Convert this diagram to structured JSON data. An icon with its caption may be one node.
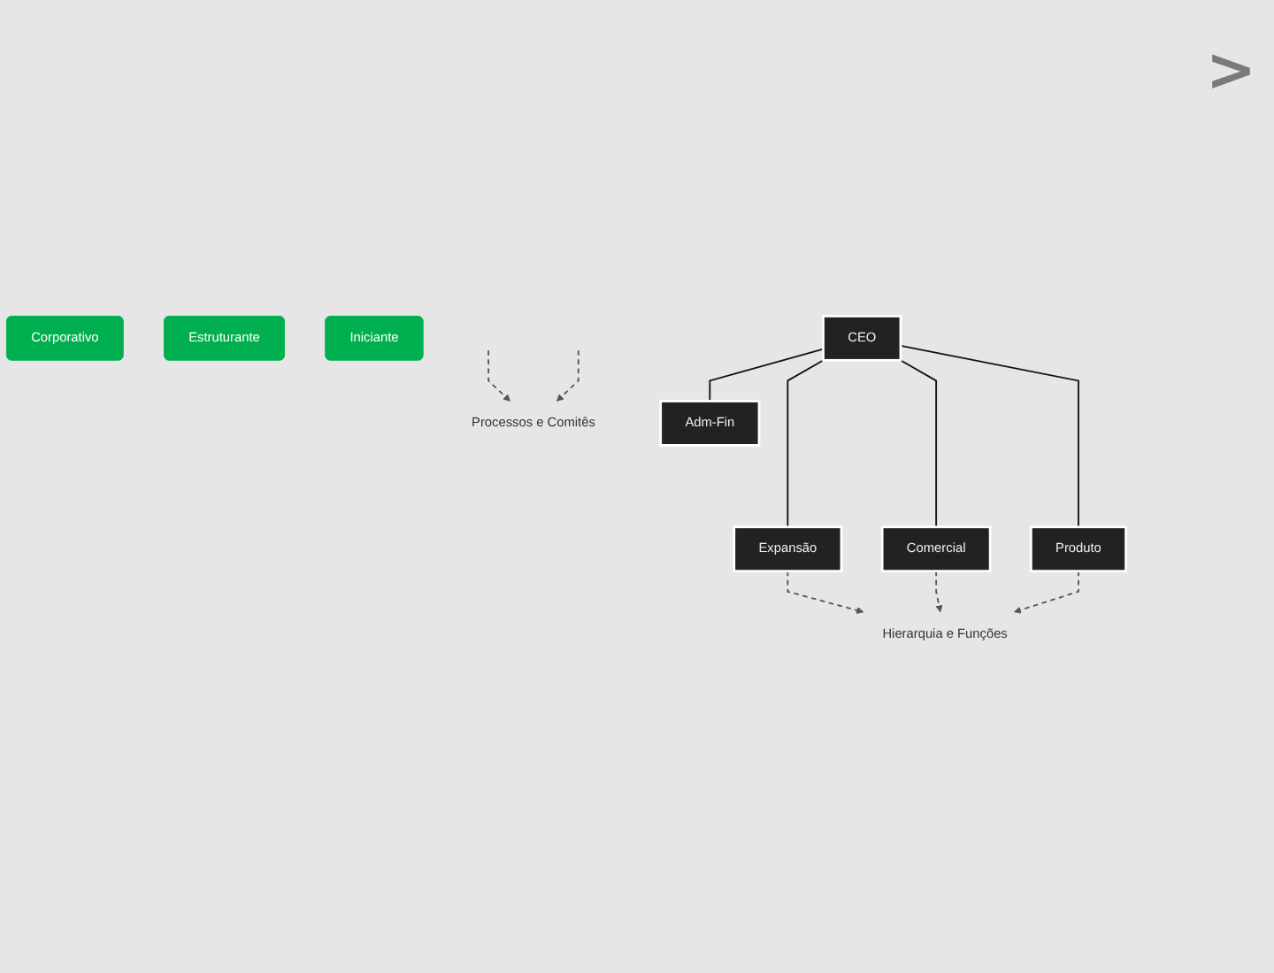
{
  "diagram": {
    "nodes": [
      {
        "text": [
          "CEO"
        ]
      },
      {
        "text": [
          "Adm-Fin"
        ]
      },
      {
        "text": [
          "Expansão"
        ]
      },
      {
        "text": [
          "Comercial"
        ]
      },
      {
        "text": [
          "Produto"
        ]
      },
      {
        "text": [
          "Corporativo"
        ]
      },
      {
        "text": [
          "Estruturante"
        ]
      },
      {
        "text": [
          "Iniciante"
        ]
      },
      {
        "text": [
          "Processos e Comitês"
        ]
      },
      {
        "text": [
          "Hierarquia e Funções"
        ]
      }
    ],
    "edges": [
      {
        "from": 0,
        "to": 1,
        "arrow": "none",
        "color": "#111111"
      },
      {
        "from": 0,
        "to": 2,
        "arrow": "none",
        "color": "#111111"
      },
      {
        "from": 0,
        "to": 3,
        "arrow": "none",
        "color": "#111111"
      },
      {
        "from": 0,
        "to": 4,
        "arrow": "none",
        "color": "#111111"
      },
      {
        "from": 2,
        "to": 9,
        "arrow": "to",
        "style": "dashed"
      },
      {
        "from": 3,
        "to": 9,
        "arrow": "to",
        "style": "dashed"
      },
      {
        "from": 4,
        "to": 9,
        "arrow": "to",
        "style": "dashed"
      },
      {
        "from": null,
        "to": 8,
        "arrow": "to",
        "style": "dashed"
      },
      {
        "from": null,
        "to": 8,
        "arrow": "to",
        "style": "dashed"
      }
    ],
    "labels": [
      ">"
    ]
  }
}
